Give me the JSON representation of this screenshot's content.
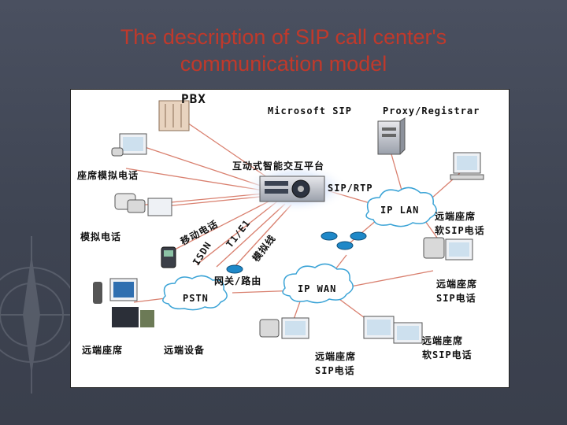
{
  "slide": {
    "title_line1": "The description of SIP call center's",
    "title_line2": "communication model"
  },
  "labels": {
    "pbx": "PBX",
    "ms_sip": "Microsoft SIP",
    "proxy": "Proxy/Registrar",
    "agent_analog": "座席模拟电话",
    "platform": "互动式智能交互平台",
    "sip_rtp": "SIP/RTP",
    "ip_lan": "IP LAN",
    "remote_soft_1a": "远端座席",
    "remote_soft_1b": "软SIP电话",
    "analog_phone": "模拟电话",
    "mobile": "移动电话",
    "isdn": "ISDN",
    "t1e1": "T1/E1",
    "analog_line": "模拟线",
    "gateway": "网关/路由",
    "pstn": "PSTN",
    "ip_wan": "IP WAN",
    "remote_sip_a": "远端座席",
    "remote_sip_b": "SIP电话",
    "remote_agent": "远端座席",
    "remote_device": "远端设备",
    "remote_sip2_a": "远端座席",
    "remote_sip2_b": "SIP电话",
    "remote_soft_2a": "远端座席",
    "remote_soft_2b": "软SIP电话"
  },
  "colors": {
    "title": "#c0392b",
    "link_line": "#d9806f",
    "cloud_fill": "#ffffff",
    "router_blue": "#1e88c8"
  }
}
